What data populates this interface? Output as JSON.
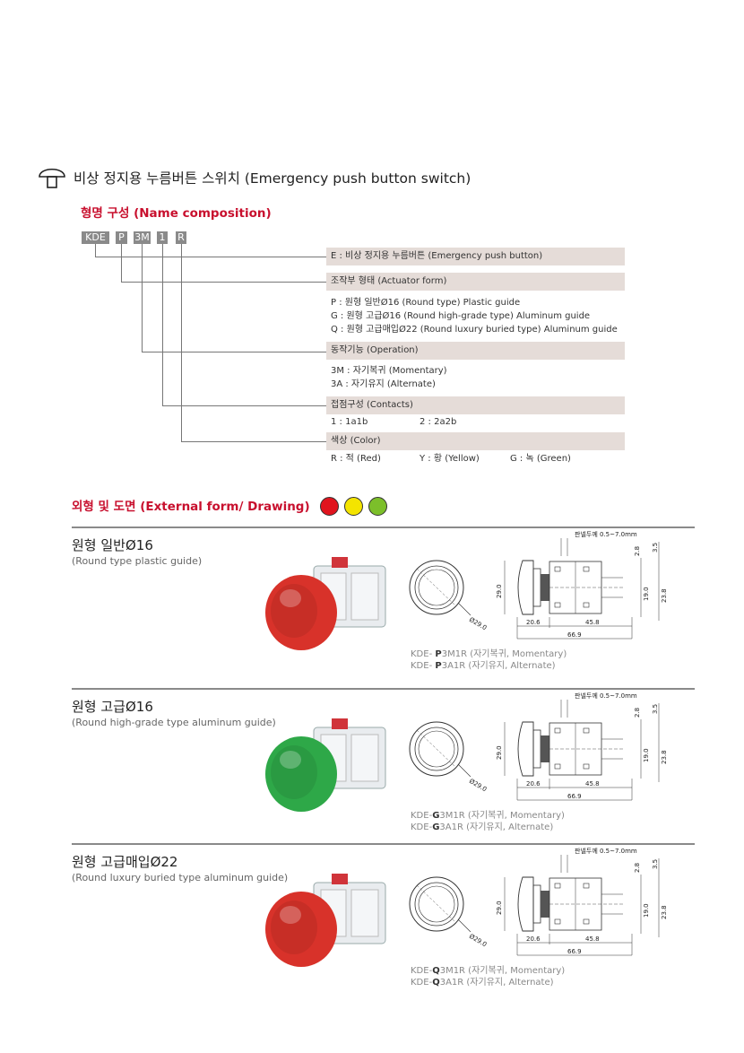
{
  "header": {
    "title": "비상 정지용 누름버튼 스위치 (Emergency push button switch)",
    "name_composition_heading": "형명 구성 (Name composition)"
  },
  "code_parts": [
    "KDE",
    "P",
    "3M",
    "1",
    "R"
  ],
  "composition": {
    "bands": [
      "E : 비상 정지용 누름버튼 (Emergency push button)",
      "조작부 형태 (Actuator form)",
      "동작기능 (Operation)",
      "접점구성 (Contacts)",
      "색상 (Color)"
    ],
    "actuator_lines": [
      "P : 원형 일반Ø16 (Round type) Plastic guide",
      "G : 원형 고급Ø16 (Round high-grade type) Aluminum guide",
      "Q : 원형 고급매입Ø22 (Round luxury buried type) Aluminum guide"
    ],
    "operation_lines": [
      "3M : 자기복귀 (Momentary)",
      "3A : 자기유지 (Alternate)"
    ],
    "contacts": [
      "1 : 1a1b",
      "2 : 2a2b"
    ],
    "colors": [
      "R : 적 (Red)",
      "Y : 황 (Yellow)",
      "G : 녹 (Green)"
    ]
  },
  "external_heading": "외형 및 도면 (External form/ Drawing)",
  "swatches": [
    "#e0141e",
    "#f4e400",
    "#7cbf2a"
  ],
  "drawing_labels": {
    "panel": "판넬두께 0.5~7.0mm",
    "d1": "2.8",
    "d2": "3.5",
    "d3": "19.0",
    "d4": "23.8",
    "w1": "20.6",
    "w2": "45.8",
    "w3": "66.9",
    "dia": "Ø29.0",
    "height": "29.0"
  },
  "products": [
    {
      "title": "원형 일반Ø16",
      "subtitle": "(Round type plastic guide)",
      "cap_color": "#d8322a",
      "model_prefix_1": "KDE- ",
      "model_bold_1": "P",
      "model_rest_1": "3M1R (자기복귀, Momentary)",
      "model_prefix_2": "KDE- ",
      "model_bold_2": "P",
      "model_rest_2": "3A1R (자기유지, Alternate)"
    },
    {
      "title": "원형 고급Ø16",
      "subtitle": "(Round high-grade type aluminum guide)",
      "cap_color": "#2ea848",
      "model_prefix_1": "KDE-",
      "model_bold_1": "G",
      "model_rest_1": "3M1R (자기복귀, Momentary)",
      "model_prefix_2": "KDE-",
      "model_bold_2": "G",
      "model_rest_2": "3A1R (자기유지, Alternate)"
    },
    {
      "title": "원형 고급매입Ø22",
      "subtitle": "(Round luxury buried type aluminum guide)",
      "cap_color": "#d8322a",
      "model_prefix_1": "KDE-",
      "model_bold_1": "Q",
      "model_rest_1": "3M1R (자기복귀, Momentary)",
      "model_prefix_2": "KDE-",
      "model_bold_2": "Q",
      "model_rest_2": "3A1R (자기유지, Alternate)"
    }
  ]
}
